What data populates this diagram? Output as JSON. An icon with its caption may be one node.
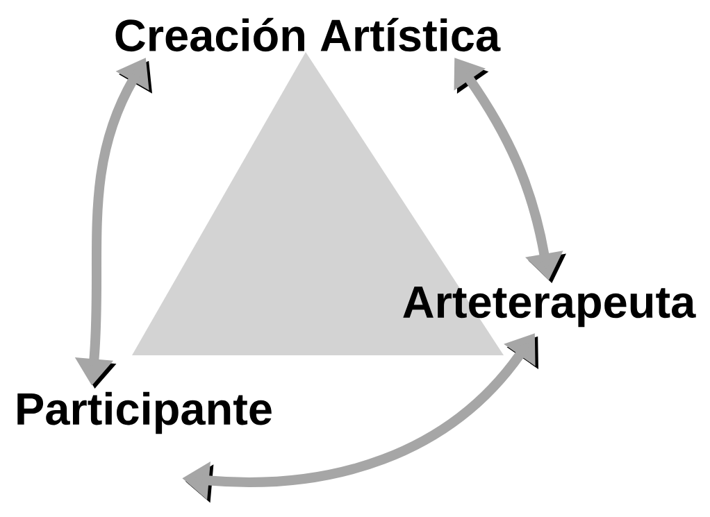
{
  "diagram": {
    "nodes": [
      {
        "text": [
          "Creación Artística"
        ]
      },
      {
        "text": [
          "Arteterapeuta"
        ]
      },
      {
        "text": [
          "Participante"
        ]
      }
    ],
    "edges": [
      {
        "from": 0,
        "to": 2,
        "arrow": "both"
      },
      {
        "from": 0,
        "to": 1,
        "arrow": "both"
      },
      {
        "from": 1,
        "to": 2,
        "arrow": "both"
      }
    ]
  }
}
